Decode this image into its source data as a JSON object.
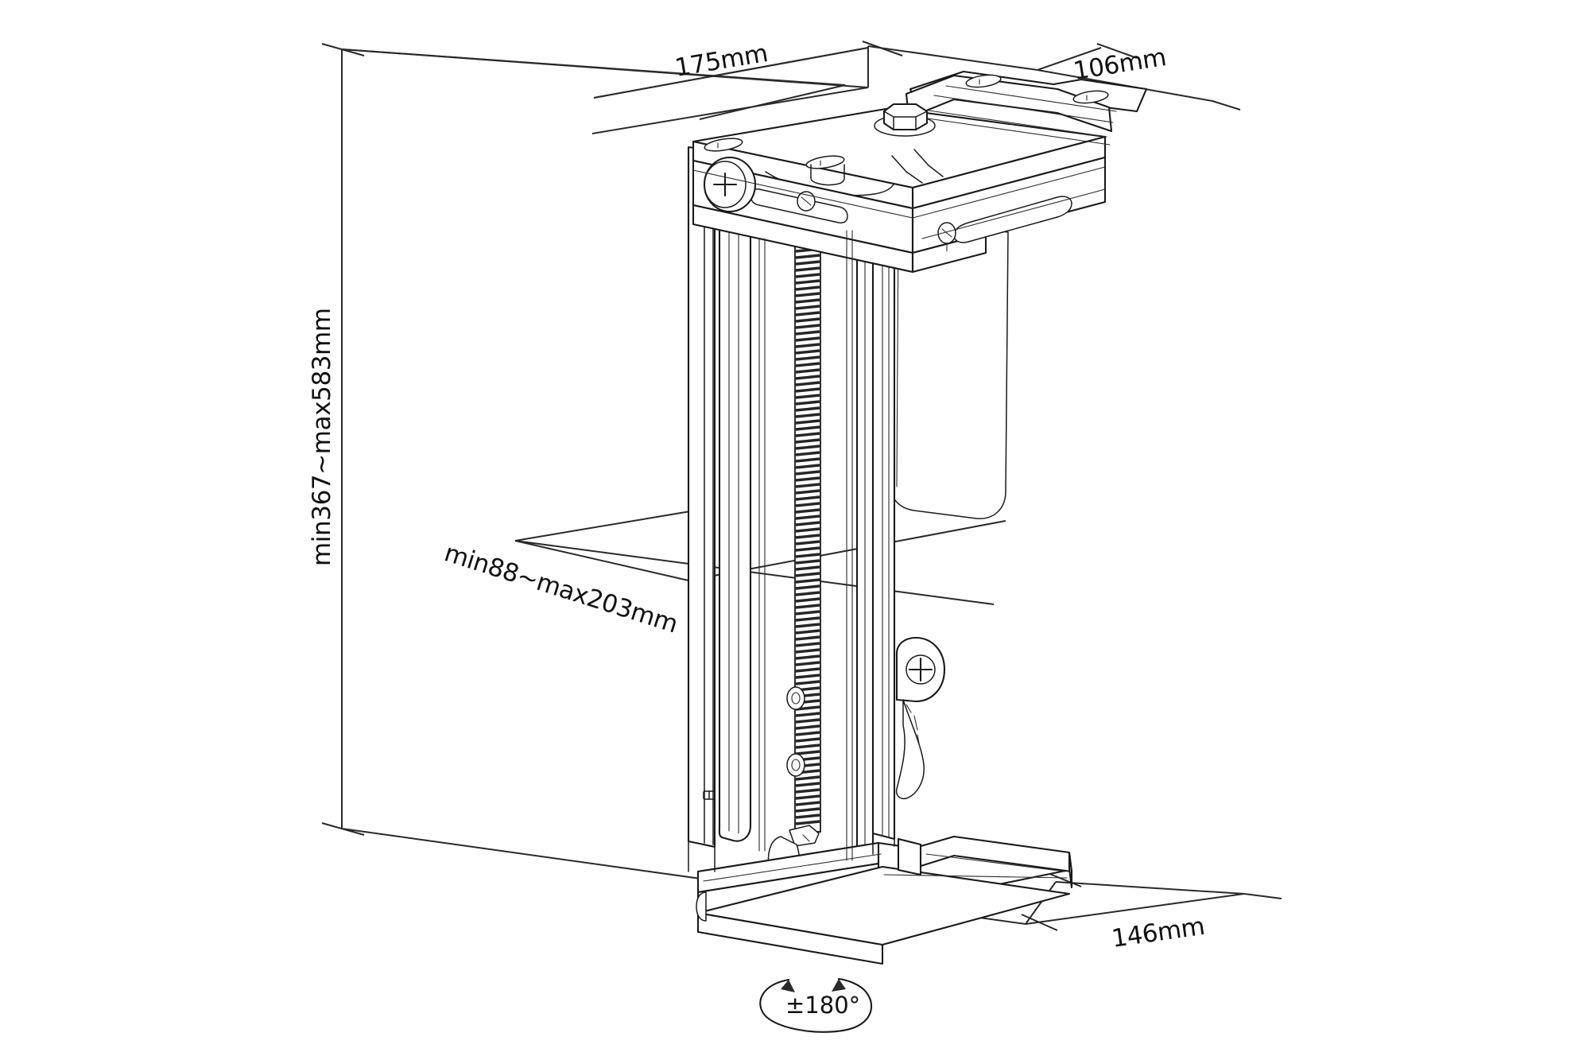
{
  "document": {
    "type": "technical-line-drawing",
    "subject": "Under-desk CPU holder bracket, isometric view with dimensions",
    "background_color": "#ffffff",
    "line_color": "#1a1a1a"
  },
  "dimensions": {
    "width_top": {
      "label": "175mm",
      "name": "top-width-dimension"
    },
    "depth_top": {
      "label": "106mm",
      "name": "top-depth-dimension"
    },
    "height_range": {
      "label": "min367~max583mm",
      "name": "height-range-dimension"
    },
    "clamp_range": {
      "label": "min88~max203mm",
      "name": "clamp-width-range-dimension"
    },
    "base_depth": {
      "label": "146mm",
      "name": "base-depth-dimension"
    }
  },
  "badges": {
    "rotation": {
      "label": "±180°",
      "name": "rotation-badge",
      "icon": "rotation-arc-icon"
    }
  },
  "parts": {
    "top_mounting_plate": "top-mounting-plate",
    "hex_bolt": "hex-bolt",
    "swivel_plate": "swivel-plate",
    "slide_rail": "slide-rail",
    "left_upright": "left-upright-rail",
    "right_upright": "right-upright-rail",
    "elastic_strap": "elastic-strap",
    "strap_hook": "strap-hook",
    "tension_knob": "tension-knob",
    "lock_screw": "lock-screw",
    "release_lever": "release-lever",
    "base_tray": "base-tray",
    "side_flap": "side-flap"
  }
}
